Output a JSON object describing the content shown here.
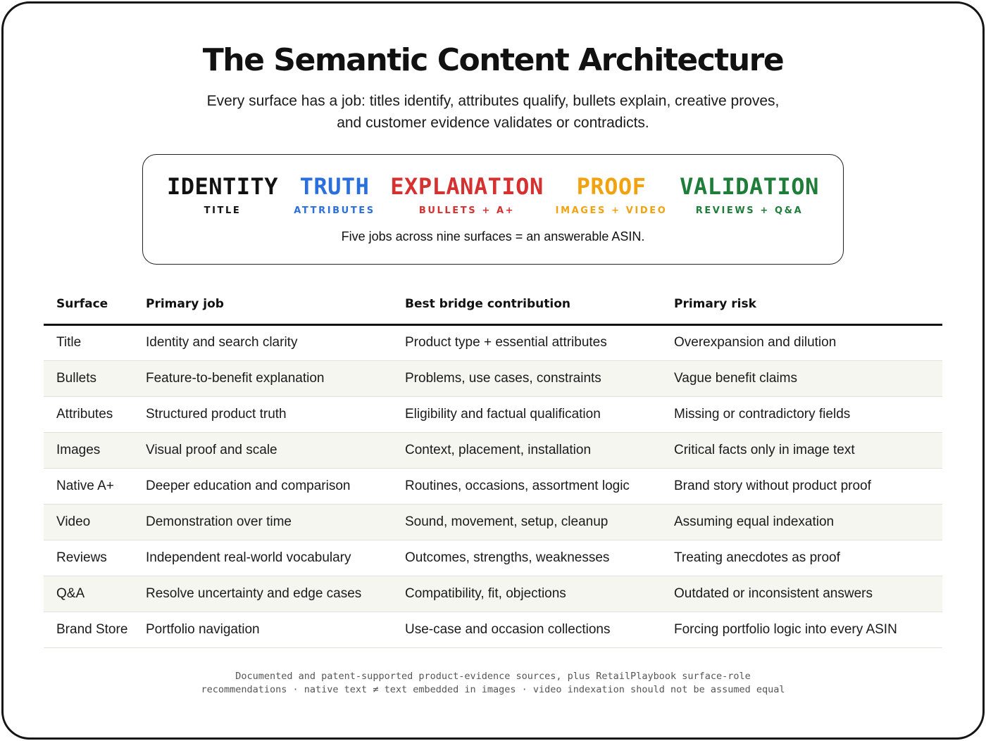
{
  "header": {
    "title": "The Semantic Content Architecture",
    "subtitle": "Every surface has a job: titles identify, attributes qualify, bullets explain, creative proves, and customer evidence validates or contradicts."
  },
  "jobs": {
    "items": [
      {
        "word": "IDENTITY",
        "surface": "TITLE",
        "color": "#111111"
      },
      {
        "word": "TRUTH",
        "surface": "ATTRIBUTES",
        "color": "#2a6fdb"
      },
      {
        "word": "EXPLANATION",
        "surface": "BULLETS + A+",
        "color": "#d63131"
      },
      {
        "word": "PROOF",
        "surface": "IMAGES + VIDEO",
        "color": "#f0a20f"
      },
      {
        "word": "VALIDATION",
        "surface": "REVIEWS + Q&A",
        "color": "#1f7d3a"
      }
    ],
    "caption": "Five jobs across nine surfaces = an answerable ASIN."
  },
  "table": {
    "headers": [
      "Surface",
      "Primary job",
      "Best bridge contribution",
      "Primary risk"
    ],
    "rows": [
      [
        "Title",
        "Identity and search clarity",
        "Product type + essential attributes",
        "Overexpansion and dilution"
      ],
      [
        "Bullets",
        "Feature-to-benefit explanation",
        "Problems, use cases, constraints",
        "Vague benefit claims"
      ],
      [
        "Attributes",
        "Structured product truth",
        "Eligibility and factual qualification",
        "Missing or contradictory fields"
      ],
      [
        "Images",
        "Visual proof and scale",
        "Context, placement, installation",
        "Critical facts only in image text"
      ],
      [
        "Native A+",
        "Deeper education and comparison",
        "Routines, occasions, assortment logic",
        "Brand story without product proof"
      ],
      [
        "Video",
        "Demonstration over time",
        "Sound, movement, setup, cleanup",
        "Assuming equal indexation"
      ],
      [
        "Reviews",
        "Independent real-world vocabulary",
        "Outcomes, strengths, weaknesses",
        "Treating anecdotes as proof"
      ],
      [
        "Q&A",
        "Resolve uncertainty and edge cases",
        "Compatibility, fit, objections",
        "Outdated or inconsistent answers"
      ],
      [
        "Brand Store",
        "Portfolio navigation",
        "Use-case and occasion collections",
        "Forcing portfolio logic into every ASIN"
      ]
    ]
  },
  "footnote": {
    "line1": "Documented and patent-supported product-evidence sources, plus RetailPlaybook surface-role",
    "line2": "recommendations · native text ≠ text embedded in images · video indexation should not be assumed equal"
  }
}
